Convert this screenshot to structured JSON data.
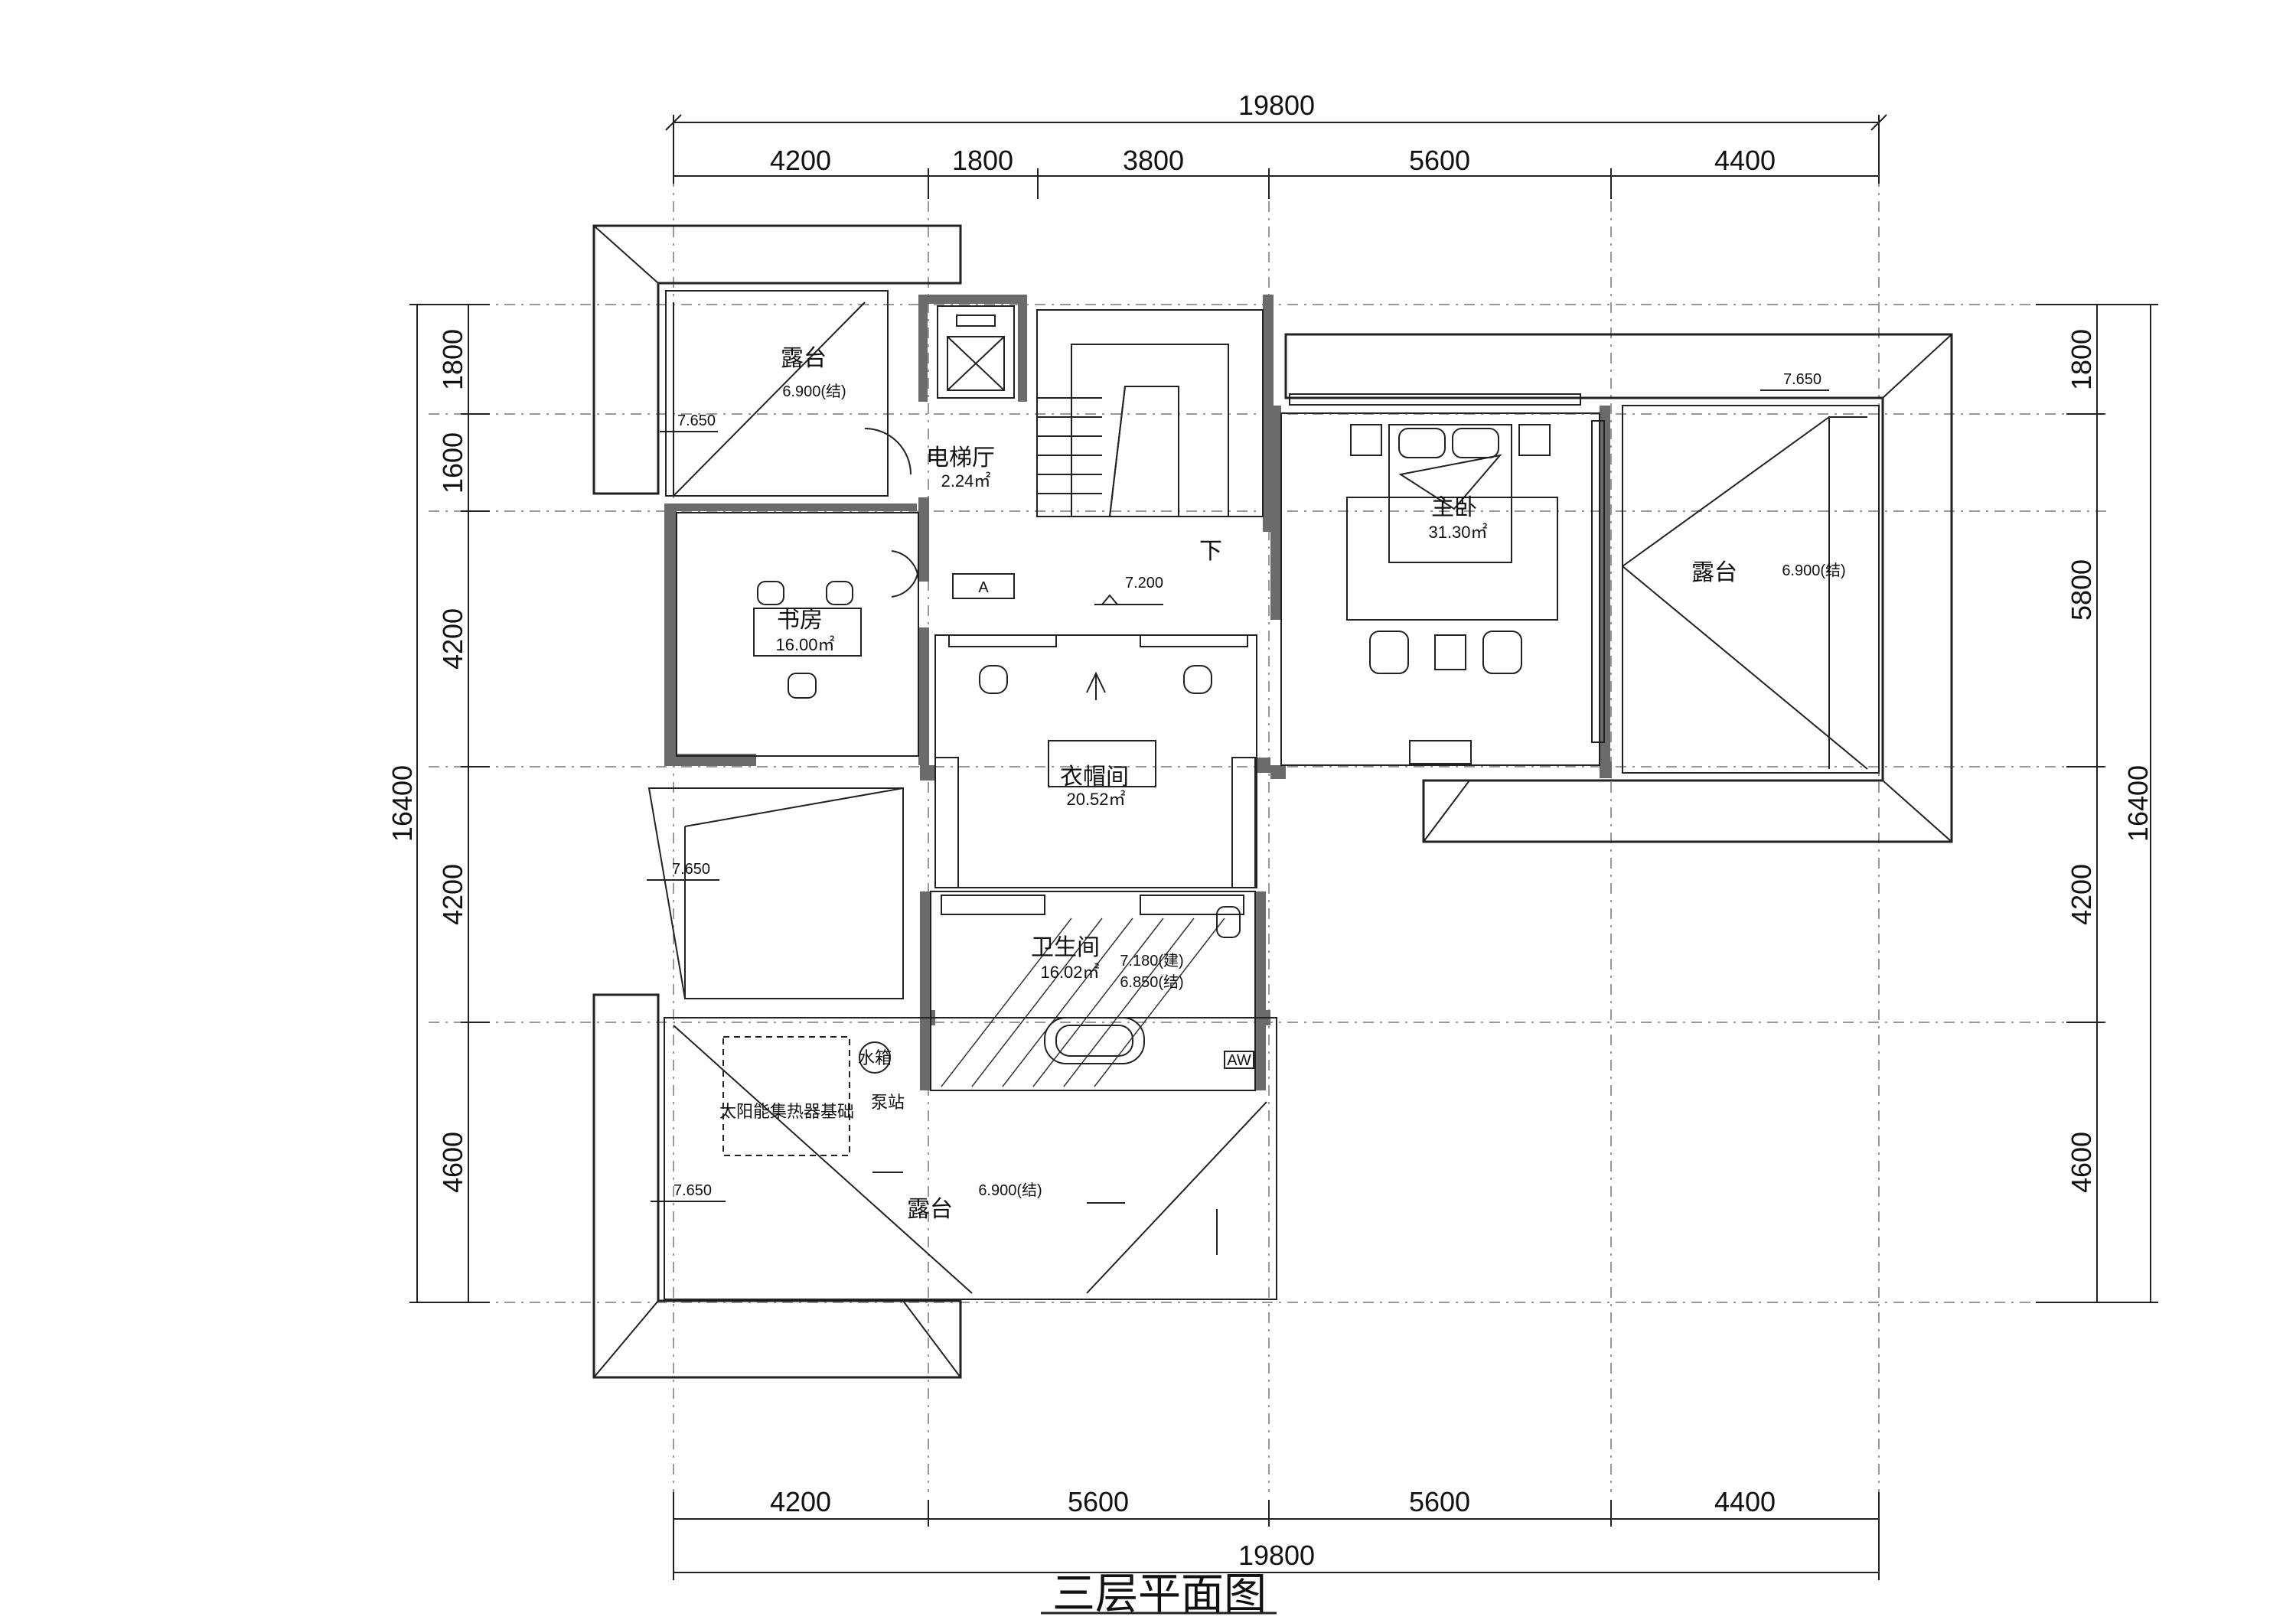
{
  "title": "三层平面图",
  "dimensions": {
    "top_total": "19800",
    "top_segments": [
      "4200",
      "1800",
      "3800",
      "5600",
      "4400"
    ],
    "bottom_total": "19800",
    "bottom_segments": [
      "4200",
      "5600",
      "5600",
      "4400"
    ],
    "left_total": "16400",
    "left_segments": [
      "1800",
      "1600",
      "4200",
      "4200",
      "4600"
    ],
    "right_total": "16400",
    "right_segments": [
      "1800",
      "5800",
      "4200",
      "4600"
    ]
  },
  "rooms": {
    "terrace_nw": "露台",
    "terrace_nw_level": "6.900(结)",
    "elevator_hall": "电梯厅",
    "elevator_hall_area": "2.24㎡",
    "study": "书房",
    "study_area": "16.00㎡",
    "master_bedroom": "主卧",
    "master_bedroom_area": "31.30㎡",
    "terrace_e": "露台",
    "terrace_e_level": "6.900(结)",
    "cloakroom": "衣帽间",
    "cloakroom_area": "20.52㎡",
    "bathroom": "卫生间",
    "bathroom_area": "16.02㎡",
    "bathroom_level_1": "7.180(建)",
    "bathroom_level_2": "6.850(结)",
    "water_tank": "水箱",
    "pump_station": "泵站",
    "solar_base": "太阳能集热器基础",
    "terrace_s": "露台",
    "terrace_s_level": "6.900(结)",
    "down_mark": "下",
    "tag_a": "A",
    "tag_aw": "AW"
  },
  "levels": {
    "hall_level": "7.200",
    "roof_nw": "7.650",
    "roof_w": "7.650",
    "roof_sw": "7.650",
    "roof_ne": "7.650"
  }
}
